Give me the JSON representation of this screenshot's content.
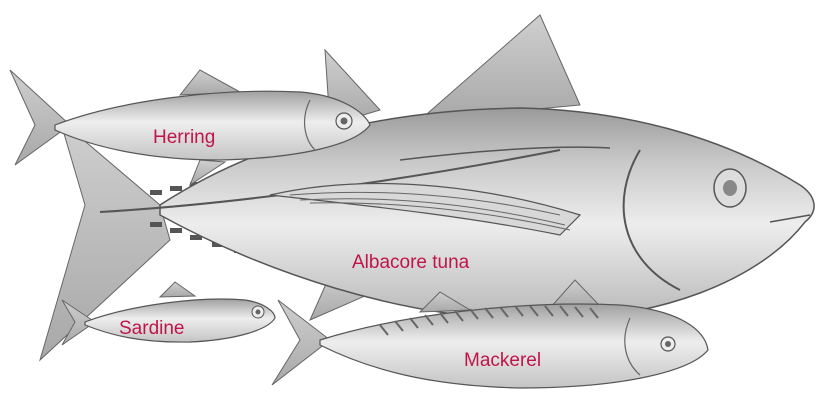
{
  "labels": {
    "herring": "Herring",
    "albacore": "Albacore tuna",
    "sardine": "Sardine",
    "mackerel": "Mackerel"
  },
  "colors": {
    "label_text": "#c0154b",
    "body_light": "#e8e8e8",
    "body_mid": "#c4c4c4",
    "body_dark": "#8a8a8a",
    "outline": "#555555"
  }
}
